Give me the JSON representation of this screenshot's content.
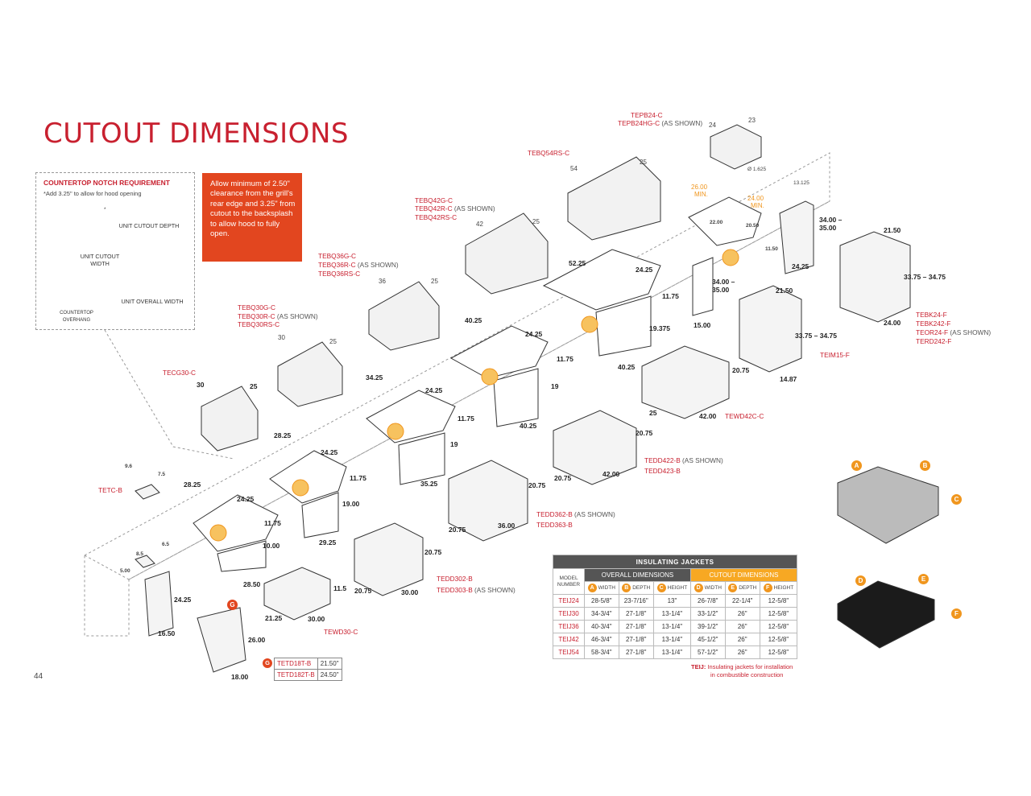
{
  "title": "CUTOUT DIMENSIONS",
  "page_number": "44",
  "notch": {
    "title": "COUNTERTOP NOTCH REQUIREMENT",
    "note": "*Add 3.25\" to allow for hood opening",
    "star": "*",
    "unit_cutout_depth": "UNIT CUTOUT DEPTH",
    "unit_cutout_width": "UNIT CUTOUT WIDTH",
    "unit_overall_width": "UNIT OVERALL WIDTH",
    "countertop_overhang": "COUNTERTOP OVERHANG"
  },
  "clearance_note": "Allow minimum of 2.50\" clearance from the grill's rear edge and 3.25\" from cutout to the backsplash to allow hood to fully open.",
  "products": {
    "tepb24": "TEPB24-C",
    "tepb24hg": "TEPB24HG-C",
    "tebq54": "TEBQ54RS-C",
    "tebq42g": "TEBQ42G-C",
    "tebq42r": "TEBQ42R-C",
    "tebq42rs": "TEBQ42RS-C",
    "tebq36g": "TEBQ36G-C",
    "tebq36r": "TEBQ36R-C",
    "tebq36rs": "TEBQ36RS-C",
    "tebq30g": "TEBQ30G-C",
    "tebq30r": "TEBQ30R-C",
    "tebq30rs": "TEBQ30RS-C",
    "tecg30": "TECG30-C",
    "tetc": "TETC-B",
    "tewd30": "TEWD30-C",
    "tedd302": "TEDD302-B",
    "tedd303": "TEDD303-B",
    "tedd362": "TEDD362-B",
    "tedd363": "TEDD363-B",
    "tedd422": "TEDD422-B",
    "tedd423": "TEDD423-B",
    "tewd42": "TEWD42C-C",
    "teim15": "TEIM15-F",
    "tebk24": "TEBK24-F",
    "tebk242": "TEBK242-F",
    "teor24": "TEOR24-F",
    "terd242": "TERD242-F"
  },
  "as_shown": "(AS SHOWN)",
  "dims": {
    "d23": "23",
    "d24": "24",
    "d1625": "Ø 1.625",
    "d13125": "13.125",
    "d26min": "26.00",
    "d24min": "24.00",
    "min": "MIN.",
    "d2200": "22.00",
    "d2050": "20.50",
    "d1150": "11.50",
    "d3400a": "34.00 –",
    "d3500a": "35.00",
    "d3400b": "34.00 –",
    "d3500b": "35.00",
    "d2425w": "24.25",
    "d2150a": "21.50",
    "d2150b": "21.50",
    "d3375a": "33.75 – 34.75",
    "d3375b": "33.75 – 34.75",
    "d2400": "24.00",
    "d1500": "15.00",
    "d1487": "14.87",
    "d54": "54",
    "d25a": "25",
    "d42": "42",
    "d25b": "25",
    "d36": "36",
    "d25c": "25",
    "d30a": "30",
    "d25d": "25",
    "d30b": "30",
    "d25e": "25",
    "d5225": "52.25",
    "d2425a": "24.25",
    "d1175a": "11.75",
    "d19375": "19.375",
    "d4025a": "40.25",
    "d2425b": "24.25",
    "d1175b": "11.75",
    "d19a": "19",
    "d4025b": "40.25",
    "d4025c": "40.25",
    "d3425": "34.25",
    "d2425c": "24.25",
    "d1175c": "11.75",
    "d19b": "19",
    "d3525": "35.25",
    "d2825a": "28.25",
    "d2425d": "24.25",
    "d1175d": "11.75",
    "d1900": "19.00",
    "d2925": "29.25",
    "d2825b": "28.25",
    "d2425e": "24.25",
    "d1175e": "11.75",
    "d1000": "10.00",
    "d2850": "28.50",
    "d115": "11.5",
    "d2125": "21.25",
    "d3000a": "30.00",
    "d96": "9.6",
    "d75": "7.5",
    "d85": "8.5",
    "d65": "6.5",
    "d500": "5.00",
    "d2425f": "24.25",
    "d1650": "16.50",
    "d2600": "26.00",
    "d1800": "18.00",
    "d2075a": "20.75",
    "d2075b": "20.75",
    "d3000b": "30.00",
    "d2075c": "20.75",
    "d2075d": "20.75",
    "d3600": "36.00",
    "d2075e": "20.75",
    "d2075f": "20.75",
    "d4200a": "42.00",
    "d2075g": "20.75",
    "d25f": "25",
    "d4200b": "42.00"
  },
  "letters": [
    "A",
    "B",
    "C",
    "D",
    "E",
    "F",
    "G"
  ],
  "insulating_jackets": {
    "title": "INSULATING JACKETS",
    "overall_label": "OVERALL DIMENSIONS",
    "cutout_label": "CUTOUT DIMENSIONS",
    "model_label": "MODEL NUMBER",
    "cols": [
      "WIDTH",
      "DEPTH",
      "HEIGHT",
      "WIDTH",
      "DEPTH",
      "HEIGHT"
    ],
    "rows": [
      [
        "TEIJ24",
        "28-5/8\"",
        "23-7/16\"",
        "13\"",
        "26-7/8\"",
        "22-1/4\"",
        "12-5/8\""
      ],
      [
        "TEIJ30",
        "34-3/4\"",
        "27-1/8\"",
        "13-1/4\"",
        "33-1/2\"",
        "26\"",
        "12-5/8\""
      ],
      [
        "TEIJ36",
        "40-3/4\"",
        "27-1/8\"",
        "13-1/4\"",
        "39-1/2\"",
        "26\"",
        "12-5/8\""
      ],
      [
        "TEIJ42",
        "46-3/4\"",
        "27-1/8\"",
        "13-1/4\"",
        "45-1/2\"",
        "26\"",
        "12-5/8\""
      ],
      [
        "TEIJ54",
        "58-3/4\"",
        "27-1/8\"",
        "13-1/4\"",
        "57-1/2\"",
        "26\"",
        "12-5/8\""
      ]
    ],
    "footnote_model": "TEIJ:",
    "footnote_l1": "Insulating jackets for installation",
    "footnote_l2": "in combustible construction"
  },
  "tetd_table": [
    [
      "TETD18T-B",
      "21.50\""
    ],
    [
      "TETD182T-B",
      "24.50\""
    ]
  ],
  "colors": {
    "brand_red": "#c8202f",
    "orange": "#f0961e",
    "note_orange": "#e2461f",
    "table_gray": "#555555"
  }
}
